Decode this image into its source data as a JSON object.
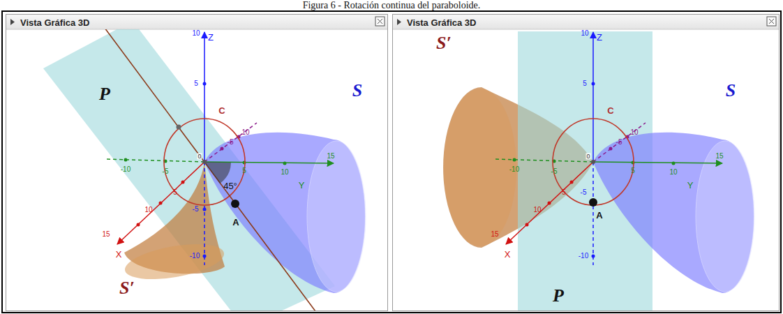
{
  "diagram": {
    "caption": "Figura 6 - Rotación continua del paraboloide.",
    "nodes": [
      {
        "text": [
          "Vista Gráfica 3D"
        ]
      },
      {
        "text": [
          "Vista Gráfica 3D"
        ]
      }
    ],
    "labels": [
      "P",
      "S",
      "C",
      "S′",
      "A",
      "45°",
      "Z",
      "10",
      "5",
      "-5",
      "-10",
      "-10",
      "-5",
      "5",
      "10",
      "15",
      "Y",
      "15",
      "10",
      "5",
      "X",
      "-5",
      "10",
      "0",
      "S′",
      "S",
      "P",
      "C",
      "A",
      "Z",
      "10",
      "5",
      "-5",
      "-10",
      "-10",
      "-5",
      "5",
      "10",
      "15",
      "Y",
      "15",
      "10",
      "5",
      "X",
      "-5",
      "10",
      "0"
    ]
  }
}
